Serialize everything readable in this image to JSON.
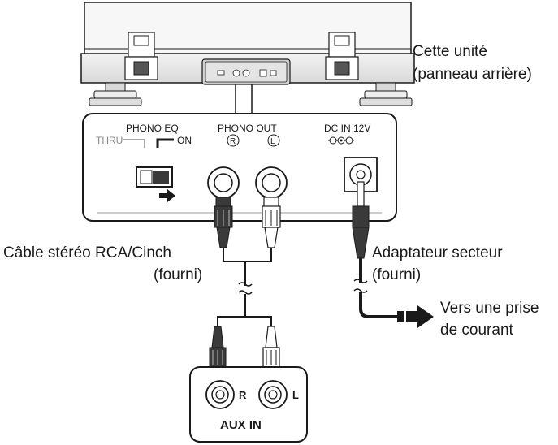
{
  "labels": {
    "unit_line1": "Cette unité",
    "unit_line2": "(panneau arrière)",
    "rca_cable_line1": "Câble stéréo RCA/Cinch",
    "rca_cable_line2": "(fourni)",
    "adapter_line1": "Adaptateur secteur",
    "adapter_line2": "(fourni)",
    "outlet_line1": "Vers une prise",
    "outlet_line2": "de courant"
  },
  "panel": {
    "phono_eq": "PHONO EQ",
    "thru": "THRU",
    "on": "ON",
    "phono_out": "PHONO OUT",
    "dc_in": "DC IN 12V",
    "right_symbol": "R",
    "left_symbol": "L"
  },
  "aux": {
    "title": "AUX IN",
    "r": "R",
    "l": "L"
  },
  "colors": {
    "line": "#1a1a1a",
    "unit_fill": "#e6e6e6",
    "dark_plug": "#3a3a3a",
    "light_plug": "#ffffff"
  }
}
